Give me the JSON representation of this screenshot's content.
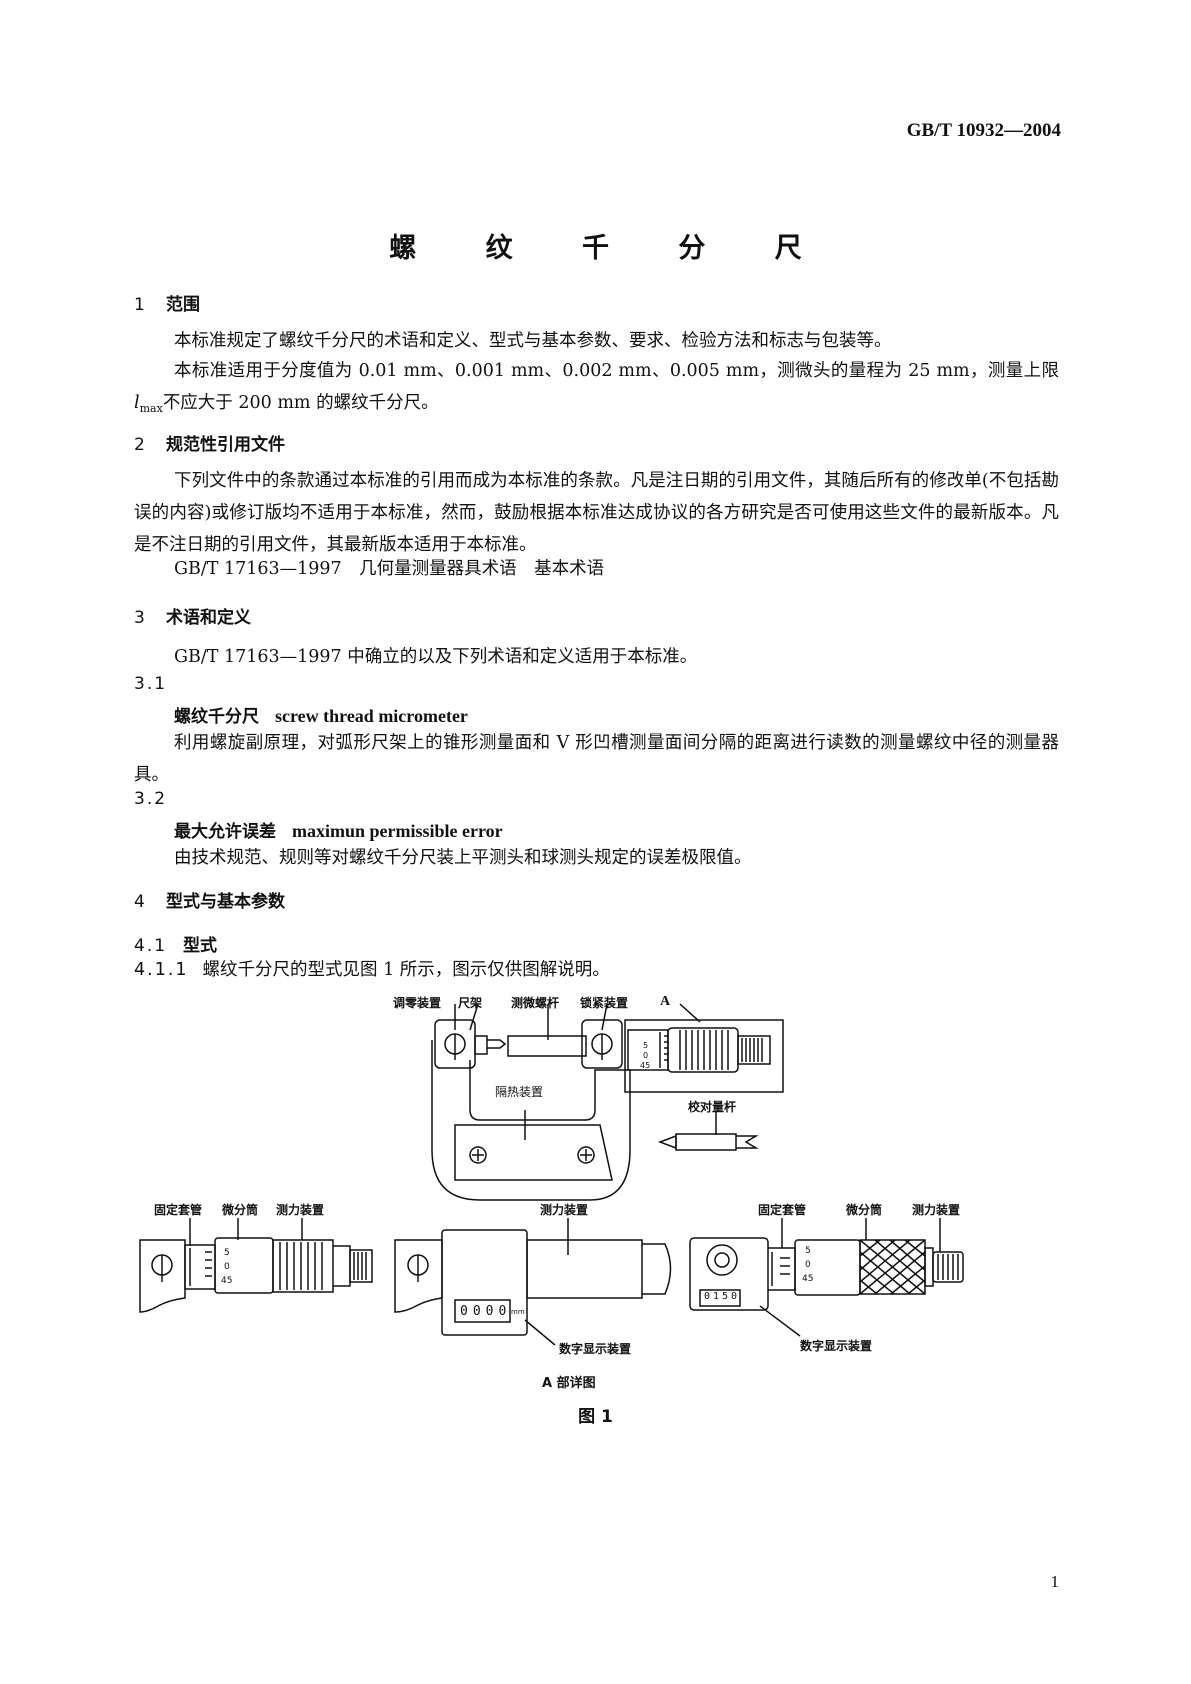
{
  "header": {
    "std_no": "GB/T 10932—2004"
  },
  "title": "螺 纹 千 分 尺",
  "s1": {
    "num": "1",
    "heading": "范围",
    "p1": "本标准规定了螺纹千分尺的术语和定义、型式与基本参数、要求、检验方法和标志与包装等。",
    "p2a": "本标准适用于分度值为 0.01 mm、0.001 mm、0.002 mm、0.005 mm，测微头的量程为 25 mm，测量上限 ",
    "p2_l": "l",
    "p2_sub": "max",
    "p2b": "不应大于 200 mm 的螺纹千分尺。"
  },
  "s2": {
    "num": "2",
    "heading": "规范性引用文件",
    "p1": "下列文件中的条款通过本标准的引用而成为本标准的条款。凡是注日期的引用文件，其随后所有的修改单(不包括勘误的内容)或修订版均不适用于本标准，然而，鼓励根据本标准达成协议的各方研究是否可使用这些文件的最新版本。凡是不注日期的引用文件，其最新版本适用于本标准。",
    "ref": "GB/T 17163—1997　几何量测量器具术语　基本术语"
  },
  "s3": {
    "num": "3",
    "heading": "术语和定义",
    "p1": "GB/T 17163—1997 中确立的以及下列术语和定义适用于本标准。",
    "c31": "3.1",
    "t31_zh": "螺纹千分尺",
    "t31_en": "screw thread micrometer",
    "d31": "利用螺旋副原理，对弧形尺架上的锥形测量面和 V 形凹槽测量面间分隔的距离进行读数的测量螺纹中径的测量器具。",
    "c32": "3.2",
    "t32_zh": "最大允许误差",
    "t32_en": "maximun permissible error",
    "d32": "由技术规范、规则等对螺纹千分尺装上平测头和球测头规定的误差极限值。"
  },
  "s4": {
    "num": "4",
    "heading": "型式与基本参数",
    "c41_num": "4.1",
    "c41": "型式",
    "c411_num": "4.1.1",
    "c411": "螺纹千分尺的型式见图 1 所示，图示仅供图解说明。"
  },
  "figure": {
    "labels": {
      "zero_adjust": "调零装置",
      "frame": "尺架",
      "spindle": "测微螺杆",
      "lock": "锁紧装置",
      "a": "A",
      "insulation": "隔热装置",
      "check_rod": "校对量杆",
      "sleeve1": "固定套管",
      "thimble1": "微分筒",
      "ratchet1": "测力装置",
      "ratchet2": "测力装置",
      "digital2": "数字显示装置",
      "sleeve3": "固定套管",
      "thimble3": "微分筒",
      "ratchet3": "测力装置",
      "digital3": "数字显示装置",
      "detail": "A 部详图"
    },
    "scale": {
      "s5": "5",
      "s0": "0",
      "s45": "45"
    },
    "display2": "0000",
    "unit_mm": "mm",
    "display3": "0150",
    "caption": "图 1"
  },
  "page_number": "1"
}
